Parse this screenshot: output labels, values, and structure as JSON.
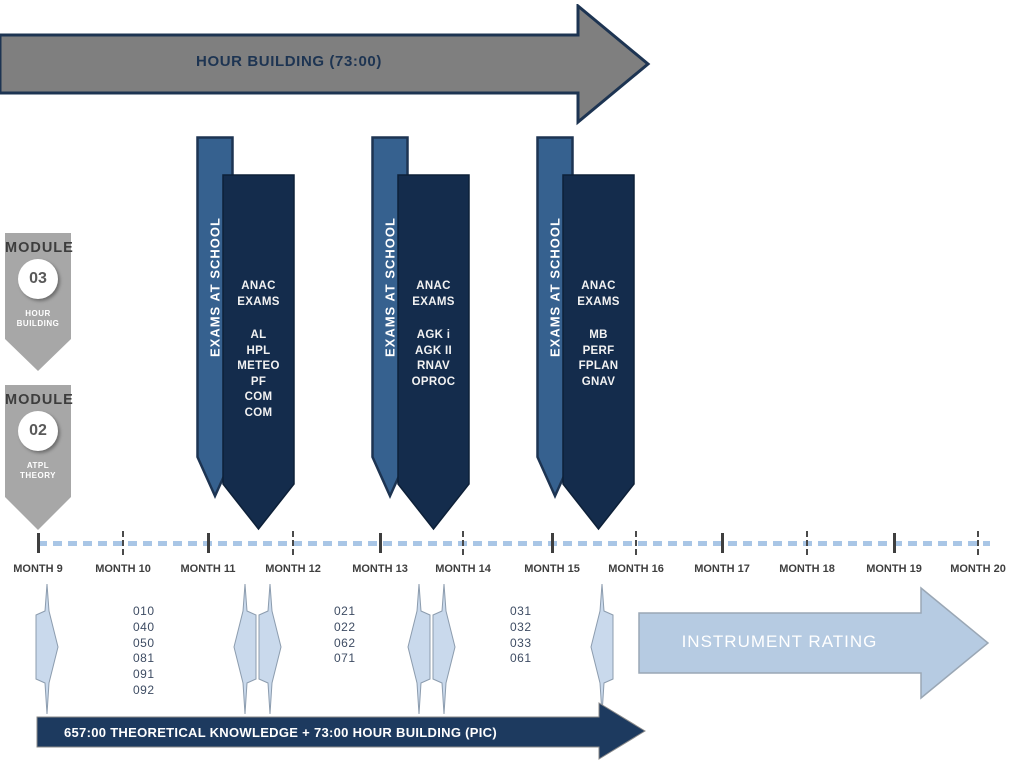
{
  "top_arrow": {
    "label": "HOUR BUILDING (73:00)"
  },
  "modules": [
    {
      "title": "MODULE",
      "number": "03",
      "subtitle": [
        "HOUR",
        "BUILDING"
      ]
    },
    {
      "title": "MODULE",
      "number": "02",
      "subtitle": [
        "ATPL",
        "THEORY"
      ]
    }
  ],
  "exam_banners": [
    {
      "ribbon": "EXAMS AT SCHOOL",
      "header": "ANAC EXAMS",
      "subjects": [
        "AL",
        "HPL",
        "METEO",
        "PF",
        "COM",
        "COM"
      ]
    },
    {
      "ribbon": "EXAMS AT SCHOOL",
      "header": "ANAC EXAMS",
      "subjects": [
        "AGK i",
        "AGK II",
        "RNAV",
        "OPROC"
      ]
    },
    {
      "ribbon": "EXAMS AT SCHOOL",
      "header": "ANAC EXAMS",
      "subjects": [
        "MB",
        "PERF",
        "FPLAN",
        "GNAV"
      ]
    }
  ],
  "timeline": {
    "months": [
      {
        "label": "MONTH 9"
      },
      {
        "label": "MONTH 10"
      },
      {
        "label": "MONTH 11"
      },
      {
        "label": "MONTH 12"
      },
      {
        "label": "MONTH 13"
      },
      {
        "label": "MONTH 14"
      },
      {
        "label": "MONTH 15"
      },
      {
        "label": "MONTH 16"
      },
      {
        "label": "MONTH 17"
      },
      {
        "label": "MONTH 18"
      },
      {
        "label": "MONTH 19"
      },
      {
        "label": "MONTH 20"
      }
    ]
  },
  "phase_codes": [
    {
      "items": [
        "010",
        "040",
        "050",
        "081",
        "091",
        "092"
      ]
    },
    {
      "items": [
        "021",
        "022",
        "062",
        "071"
      ]
    },
    {
      "items": [
        "031",
        "032",
        "033",
        "061"
      ]
    }
  ],
  "instrument_rating": {
    "label": "INSTRUMENT RATING"
  },
  "bottom_arrow": {
    "label": "657:00 THEORETICAL KNOWLEDGE + 73:00 HOUR BUILDING (PIC)"
  },
  "colors": {
    "dark_navy": "#142c4c",
    "navy_border": "#1d3452",
    "steel_blue": "#36618f",
    "arrow_gray": "#7f7f7f",
    "module_gray": "#a7a7a7",
    "light_blue_arrow": "#b6cbe2",
    "pale_blue_shape": "#c9d9ec",
    "dash_blue": "#a9c6e6"
  }
}
